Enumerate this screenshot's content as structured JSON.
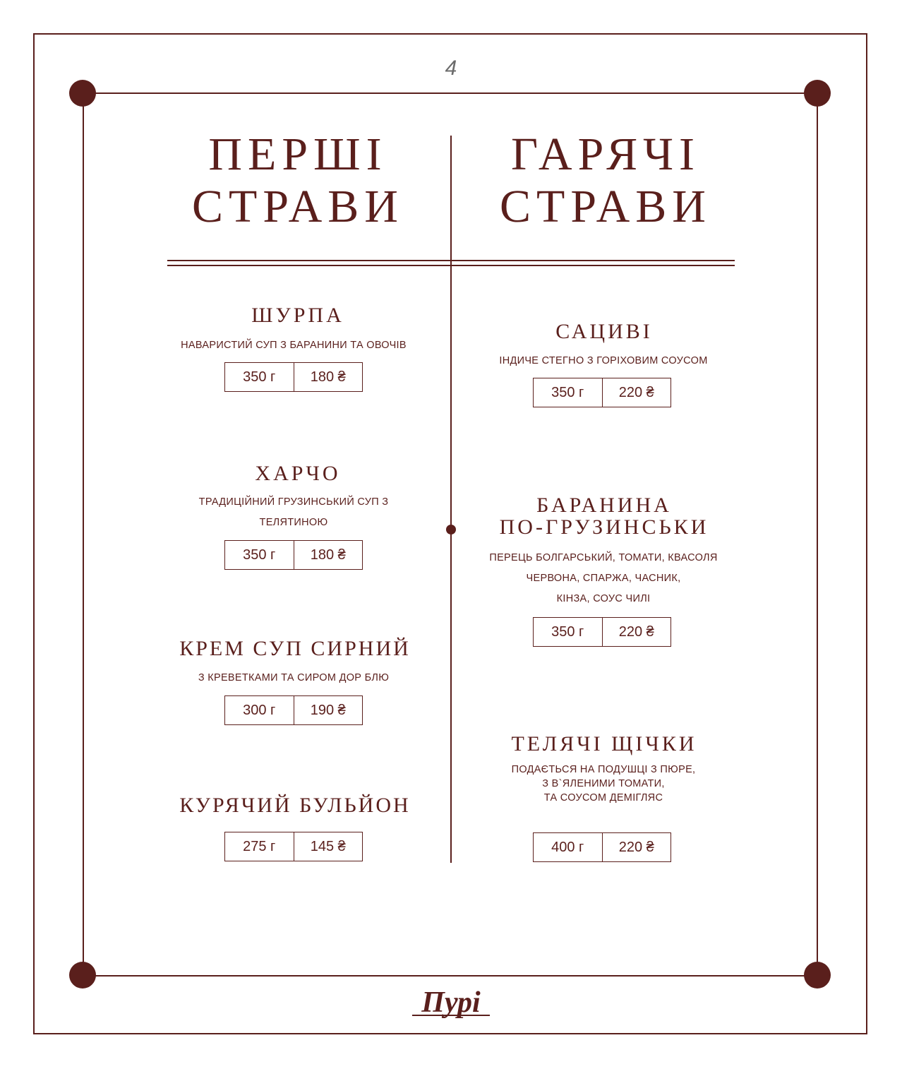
{
  "page_number": "4",
  "logo_text": "Пурі",
  "left_section": {
    "title_line1": "ПЕРШІ",
    "title_line2": "СТРАВИ",
    "dishes": [
      {
        "name": "ШУРПА",
        "desc": [
          "НАВАРИСТИЙ СУП З БАРАНИНИ ТА ОВОЧІВ"
        ],
        "weight": "350 г",
        "price": "180 ₴"
      },
      {
        "name": "ХАРЧО",
        "desc": [
          "ТРАДИЦІЙНИЙ ГРУЗИНСЬКИЙ СУП З",
          "ТЕЛЯТИНОЮ"
        ],
        "weight": "350 г",
        "price": "180 ₴"
      },
      {
        "name": "КРЕМ СУП СИРНИЙ",
        "desc": [
          "З КРЕВЕТКАМИ ТА СИРОМ ДОР БЛЮ"
        ],
        "weight": "300 г",
        "price": "190 ₴"
      },
      {
        "name": "КУРЯЧИЙ БУЛЬЙОН",
        "desc": [],
        "weight": "275 г",
        "price": "145 ₴"
      }
    ]
  },
  "right_section": {
    "title_line1": "ГАРЯЧІ",
    "title_line2": "СТРАВИ",
    "dishes": [
      {
        "name": "САЦИВІ",
        "desc": [
          "ІНДИЧЕ СТЕГНО З ГОРІХОВИМ СОУСОМ"
        ],
        "weight": "350 г",
        "price": "220 ₴"
      },
      {
        "name_line1": "БАРАНИНА",
        "name_line2": "ПО-ГРУЗИНСЬКИ",
        "desc": [
          "ПЕРЕЦЬ БОЛГАРСЬКИЙ, ТОМАТИ,  КВАСОЛЯ",
          "ЧЕРВОНА, СПАРЖА, ЧАСНИК,",
          "КІНЗА, СОУС ЧИЛІ"
        ],
        "weight": "350 г",
        "price": "220 ₴"
      },
      {
        "name": "ТЕЛЯЧІ ЩІЧКИ",
        "desc": [
          "ПОДАЄТЬСЯ НА ПОДУШЦІ З ПЮРЕ,",
          "З  В`ЯЛЕНИМИ ТОМАТИ,",
          "ТА СОУСОМ ДЕМІГЛЯС"
        ],
        "weight": "400 г",
        "price": "220 ₴"
      }
    ]
  }
}
